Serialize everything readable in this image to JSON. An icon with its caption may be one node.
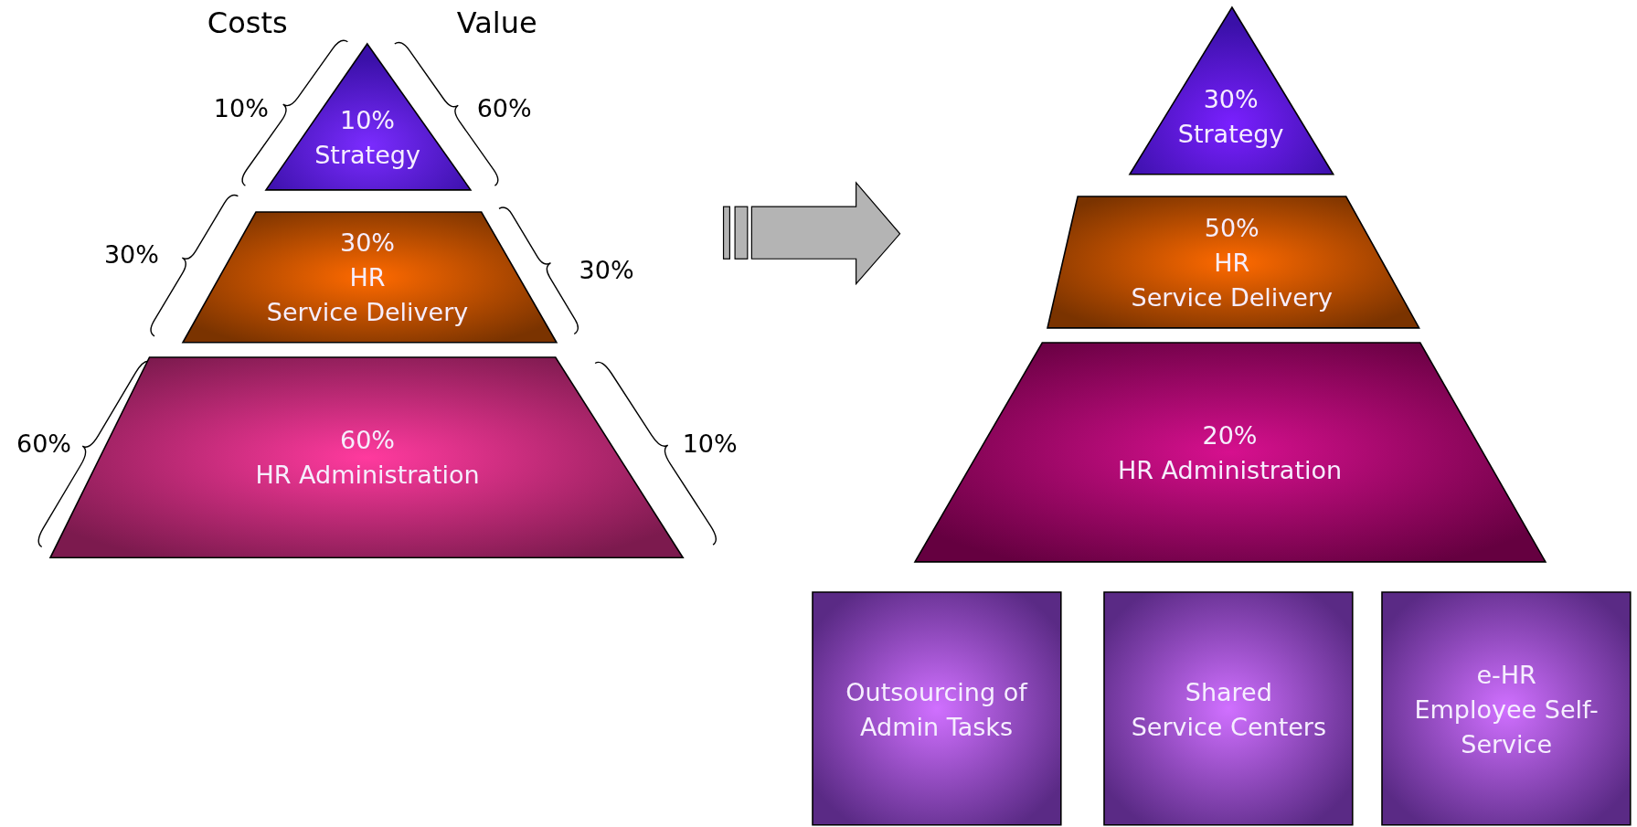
{
  "diagram": {
    "nodes": [
      {
        "text": [
          "10%",
          "Strategy"
        ]
      },
      {
        "text": [
          "30%",
          "HR",
          "Service Delivery"
        ]
      },
      {
        "text": [
          "60%",
          "HR Administration"
        ]
      },
      {
        "text": [
          "30%",
          "Strategy"
        ]
      },
      {
        "text": [
          "50%",
          "HR",
          "Service Delivery"
        ]
      },
      {
        "text": [
          "20%",
          "HR Administration"
        ]
      },
      {
        "text": [
          "Outsourcing of Admin Tasks"
        ]
      },
      {
        "text": [
          "Shared",
          "Service Centers"
        ]
      },
      {
        "text": [
          "e-HR",
          "Employee Self-Service"
        ]
      }
    ],
    "labels": [
      "Costs",
      "Value",
      "10%",
      "60%",
      "30%",
      "30%",
      "60%",
      "10%"
    ]
  }
}
